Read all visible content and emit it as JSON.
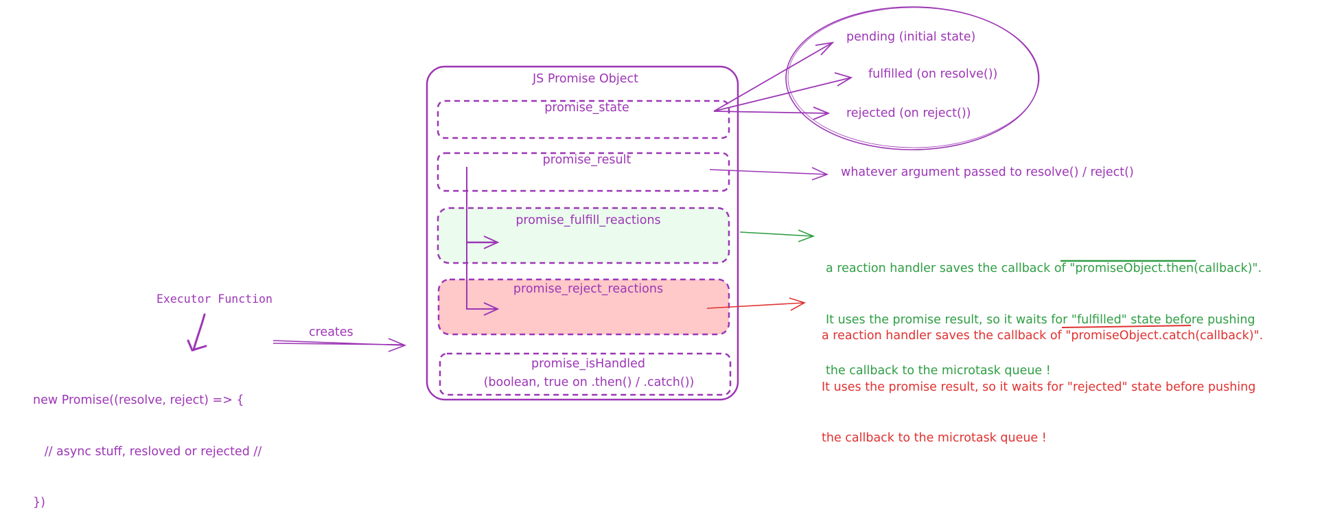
{
  "colors": {
    "purple": "#9c36b5",
    "green": "#2f9e44",
    "red": "#e03131",
    "fulfill_fill": "#ebfbee",
    "reject_fill": "#ffc9c9"
  },
  "executor": {
    "label": "Executor Function",
    "code_lines": [
      "new Promise((resolve, reject) => {",
      "   // async stuff, resloved or rejected //",
      "})"
    ],
    "creates_label": "creates"
  },
  "promise_object": {
    "title": "JS Promise Object",
    "slots": [
      {
        "name": "promise_state"
      },
      {
        "name": "promise_result"
      },
      {
        "name": "promise_fulfill_reactions"
      },
      {
        "name": "promise_reject_reactions"
      },
      {
        "name": "promise_isHandled",
        "detail": "(boolean, true on .then() / .catch())"
      }
    ]
  },
  "states": [
    "pending (initial state)",
    "fulfilled (on resolve())",
    "rejected (on reject())"
  ],
  "result_note": "whatever argument passed to resolve() / reject()",
  "fulfill_note": {
    "line1": "a reaction handler saves the callback of \"promiseObject.then(callback)\".",
    "line2_before": "It uses the promise result, so it ",
    "line2_underlined": "waits for \"fulfilled\"",
    "line2_after": " state before pushing",
    "line3": "the callback to the microtask queue !"
  },
  "reject_note": {
    "line1": "a reaction handler saves the callback of \"promiseObject.catch(callback)\".",
    "line2_before": "It uses the promise result, so it ",
    "line2_underlined": "waits for \"rejected\"",
    "line2_after": " state before pushing",
    "line3": "the callback to the microtask queue !"
  }
}
